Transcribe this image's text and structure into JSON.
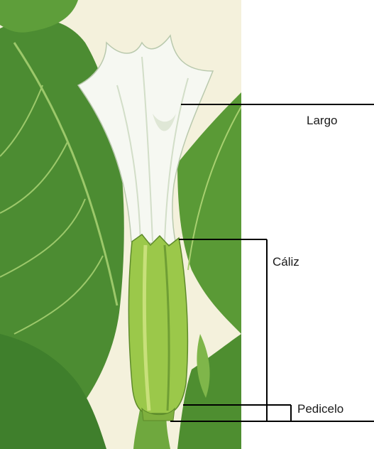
{
  "labels": {
    "largo": "Largo",
    "caliz": "Cáliz",
    "pedicelo": "Pedicelo"
  },
  "colors": {
    "background": "#f4f1dc",
    "leaf_dark": "#3f7f2c",
    "leaf_mid": "#5e9e3a",
    "leaf_light": "#8cc25a",
    "calyx": "#9bc84a",
    "calyx_light": "#c8e07a",
    "corolla": "#f6f8f2",
    "corolla_shade": "#d9e3cf",
    "line": "#000000"
  }
}
